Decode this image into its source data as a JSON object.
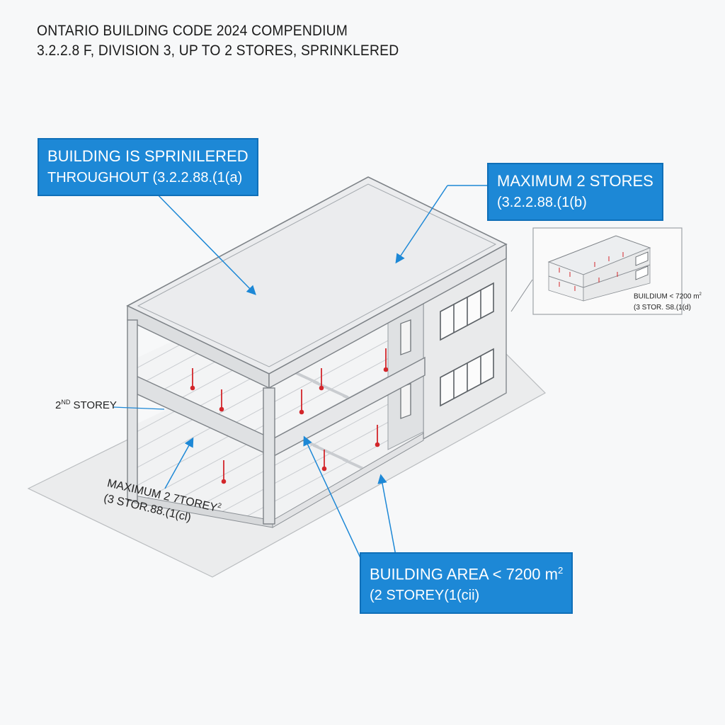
{
  "header": {
    "line1": "ONTARIO BUILDING CODE 2024 COMPENDIUM",
    "line2": "3.2.2.8 F, DIVISION 3, UP TO 2 STORES, SPRINKLERED"
  },
  "callouts": {
    "sprinklered": {
      "line1": "BUILDING IS SPRINILERED",
      "line2": "THROUGHOUT (3.2.2.88.(1(a)"
    },
    "stores": {
      "line1": "MAXIMUM 2 STORES",
      "line2": "(3.2.2.88.(1(b)"
    },
    "area": {
      "line1": "BUILDING AREA < 7200 m",
      "line1_sup": "2",
      "line2": "(2 STOREY(1(cii)"
    }
  },
  "labels": {
    "second_storey": {
      "prefix": "2",
      "sup": "ND",
      "text": " STOREY"
    },
    "max_storey": {
      "line1": "MAXIMUM 2 7TOREY",
      "line1_sup": "2",
      "line2": "(3 STOR.88.(1(cl)"
    }
  },
  "inset": {
    "line1": "BUILDIUM < 7200 m",
    "line1_sup": "2",
    "line2": "(3 STOR. S8.(1(d)"
  },
  "colors": {
    "callout_bg": "#1d88d6",
    "leader": "#1d88d6",
    "sprinkler": "#d3262b",
    "outline": "#8a8f94"
  }
}
